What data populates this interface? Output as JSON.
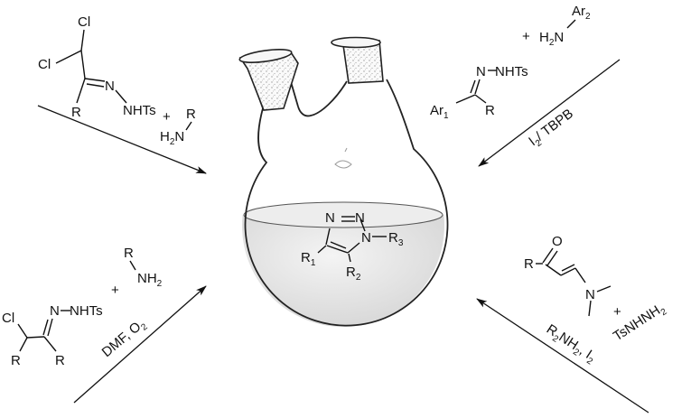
{
  "flask": {
    "center_triazole": {
      "n1": "N",
      "n2": "N",
      "n3": "N",
      "r3": "R",
      "r3_sub": "3",
      "r1": "R",
      "r1_sub": "1",
      "r2": "R",
      "r2_sub": "2"
    }
  },
  "top_left": {
    "cl_a": "Cl",
    "cl_b": "Cl",
    "n": "N",
    "nhts": "NHTs",
    "r": "R",
    "plus": "+",
    "amine_r": "R",
    "h2n": "H",
    "h2n_sub": "2",
    "h2n_n": "N"
  },
  "top_right": {
    "ar2": "Ar",
    "ar2_sub": "2",
    "plus": "+",
    "h2n": "H",
    "h2n_sub": "2",
    "h2n_n": "N",
    "n": "N",
    "nhts": "NHTs",
    "ar1": "Ar",
    "ar1_sub": "1",
    "r": "R",
    "cond_i": "I",
    "cond_i_sub": "2",
    "cond_rest": "/ TBPB"
  },
  "bottom_left": {
    "amine_r": "R",
    "nh2": "NH",
    "nh2_sub": "2",
    "plus": "+",
    "cl": "Cl",
    "n": "N",
    "nhts": "NHTs",
    "r_a": "R",
    "r_b": "R",
    "cond": "DMF, O",
    "cond_sub": "2"
  },
  "bottom_right": {
    "o": "O",
    "r": "R",
    "n": "N",
    "plus": "+",
    "tsnhnh2": "TsNHNH",
    "tsnhnh2_sub": "2",
    "cond_r": "R",
    "cond_r_sub": "2",
    "cond_nh": "NH",
    "cond_nh_sub": "2",
    "cond_i": ", I",
    "cond_i_sub": "2"
  },
  "colors": {
    "ink": "#111111",
    "liquid": "#e4e4e4",
    "frit": "#bdbdbd"
  }
}
